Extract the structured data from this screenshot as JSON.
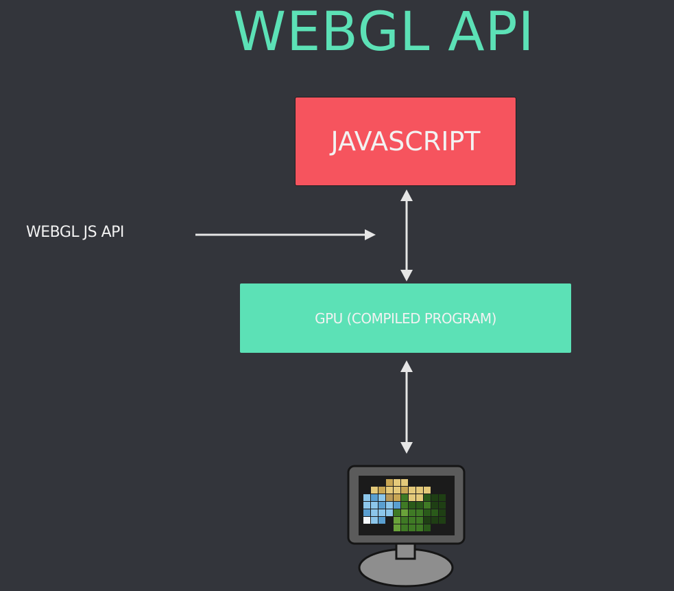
{
  "title": "WEBGL API",
  "nodes": {
    "javascript": "JAVASCRIPT",
    "gpu": "GPU (COMPILED PROGRAM)"
  },
  "side_label": "WEBGL JS API",
  "colors": {
    "background": "#33353b",
    "title": "#5ce1b6",
    "javascript_box": "#f6545e",
    "gpu_box": "#5ce1b6",
    "text": "#f2f2f2",
    "arrow": "#e6e6e6"
  },
  "icons": {
    "display": "monitor-icon"
  }
}
